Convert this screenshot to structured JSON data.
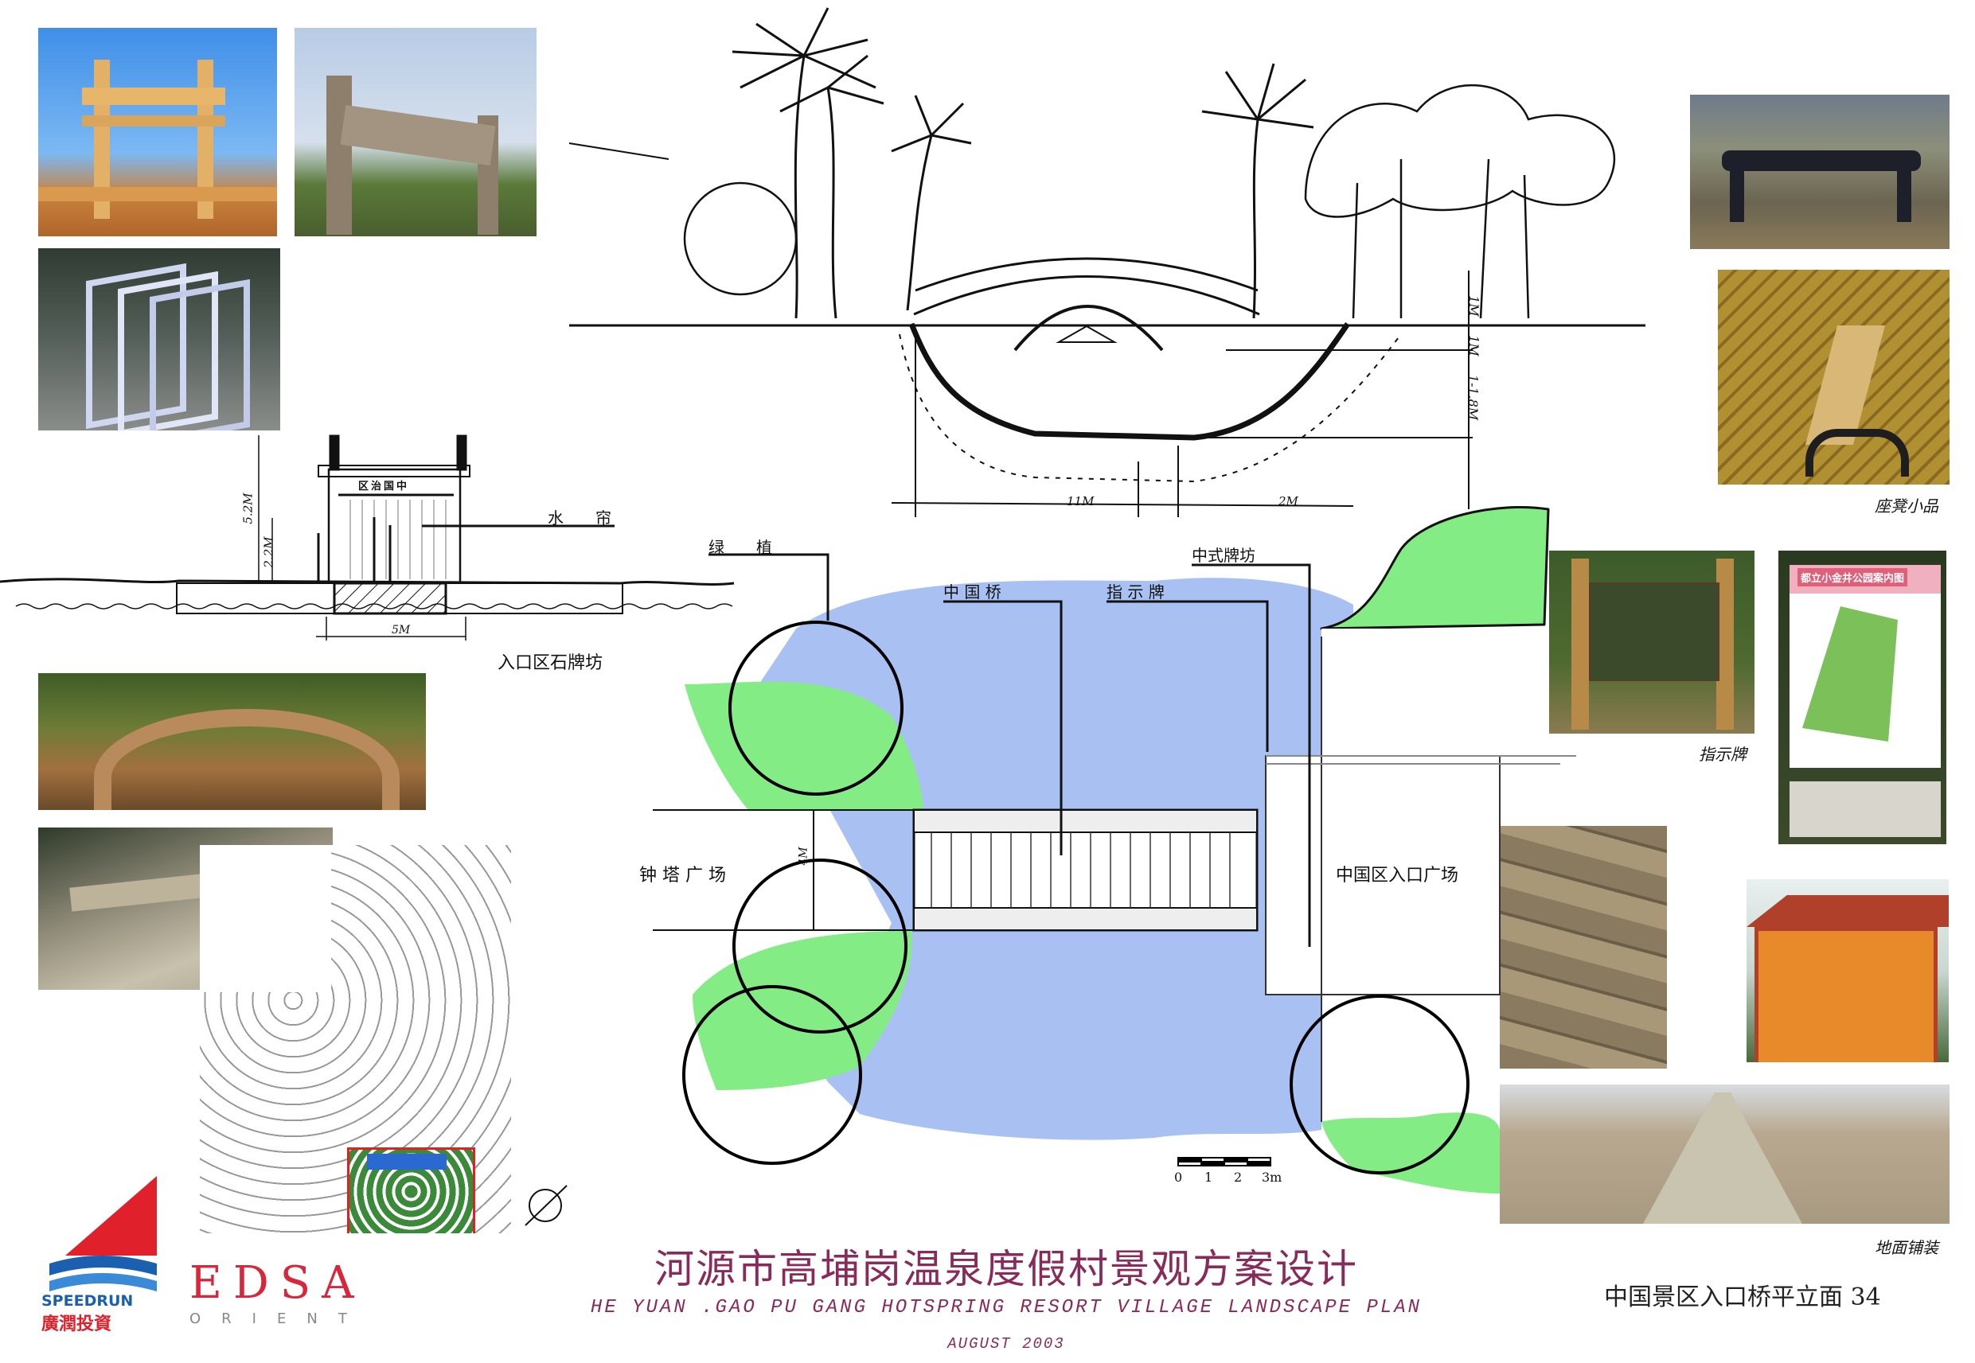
{
  "board": {
    "title_cn": "河源市高埔岗温泉度假村景观方案设计",
    "title_en": "HE YUAN .GAO PU GANG HOTSPRING RESORT VILLAGE LANDSCAPE PLAN",
    "date": "AUGUST 2003",
    "sheet_title": "中国景区入口桥平立面 34"
  },
  "logos": {
    "speedrun_en": "SPEEDRUN",
    "speedrun_cn": "廣潤投資",
    "edsa": "EDSA",
    "edsa_sub": "ORIENT",
    "colors": {
      "speedrun_red": "#e0202a",
      "speedrun_blue": "#1a5fb0",
      "edsa_red": "#d8263a"
    }
  },
  "photo_labels": {
    "bench": "座凳小品",
    "sign": "指示牌",
    "paving": "地面铺装",
    "sign_board_title": "都立小金井公园案内图"
  },
  "gate_elevation": {
    "caption": "入口区石牌坊",
    "plaque": "区治国中",
    "water_curtain": "水　　帘",
    "greenery": "绿　　植",
    "dim_height_total": "5.2M",
    "dim_height_low": "2.2M",
    "dim_width": "5M"
  },
  "bridge_elevation": {
    "dim_1": "1M",
    "dim_2": "1M",
    "dim_depth": "1-1.8M",
    "dim_span": "11M",
    "dim_bank": "2M"
  },
  "plan": {
    "china_bridge": "中 国 桥",
    "signboard": "指 示 牌",
    "chinese_gate": "中式牌坊",
    "clock_plaza": "钟 塔 广 场",
    "entrance_plaza": "中国区入口广场",
    "dim_width": "4M",
    "scale_ticks": [
      "0",
      "1",
      "2",
      "3m"
    ],
    "colors": {
      "water": "#a9c0f2",
      "green": "#84ec84"
    }
  }
}
